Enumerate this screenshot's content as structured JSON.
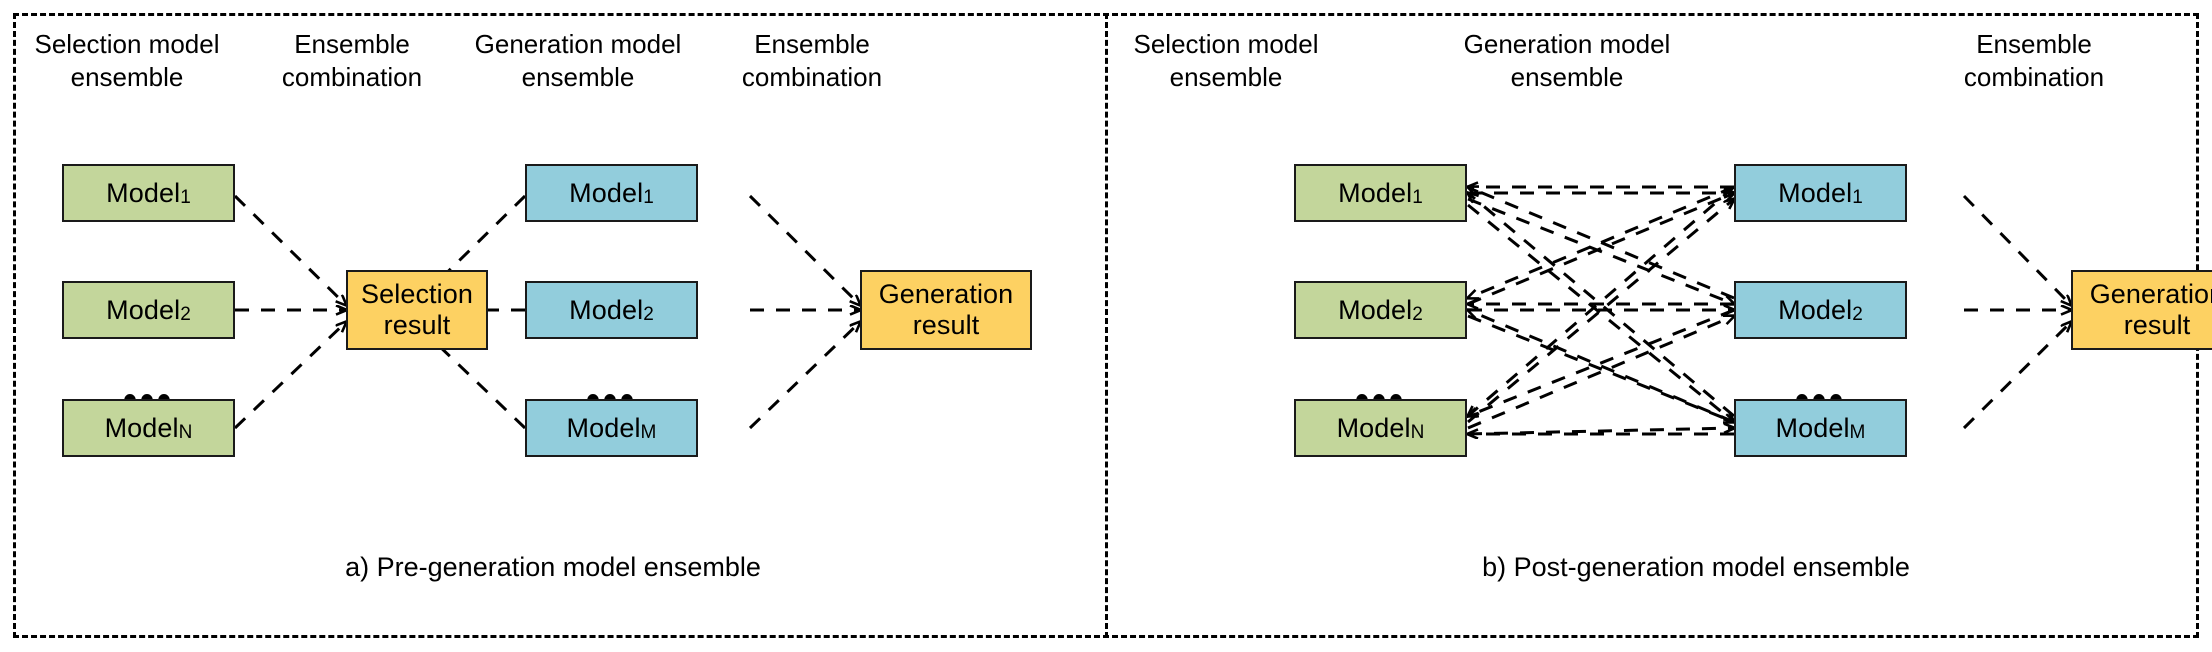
{
  "figure": {
    "panels": [
      {
        "id": "a",
        "caption": "a) Pre-generation model ensemble",
        "column_titles": [
          "Selection model\nensemble",
          "Ensemble\ncombination",
          "Generation model\nensemble",
          "Ensemble\ncombination"
        ],
        "groups": {
          "selection_models": {
            "color": "#c3d69b",
            "nodes": [
              {
                "base": "Model",
                "sub": "1"
              },
              {
                "base": "Model",
                "sub": "2"
              },
              {
                "base": "Model",
                "sub": "N"
              }
            ],
            "ellipsis": "•••"
          },
          "selection_result": {
            "color": "#fdd162",
            "label": "Selection\nresult"
          },
          "generation_models": {
            "color": "#92cddc",
            "nodes": [
              {
                "base": "Model",
                "sub": "1"
              },
              {
                "base": "Model",
                "sub": "2"
              },
              {
                "base": "Model",
                "sub": "M"
              }
            ],
            "ellipsis": "•••"
          },
          "generation_result": {
            "color": "#fdd162",
            "label": "Generation\nresult"
          }
        }
      },
      {
        "id": "b",
        "caption": "b) Post-generation model ensemble",
        "column_titles": [
          "Selection model\nensemble",
          "Generation model\nensemble",
          "Ensemble\ncombination"
        ],
        "groups": {
          "selection_models": {
            "color": "#c3d69b",
            "nodes": [
              {
                "base": "Model",
                "sub": "1"
              },
              {
                "base": "Model",
                "sub": "2"
              },
              {
                "base": "Model",
                "sub": "N"
              }
            ],
            "ellipsis": "•••"
          },
          "generation_models": {
            "color": "#92cddc",
            "nodes": [
              {
                "base": "Model",
                "sub": "1"
              },
              {
                "base": "Model",
                "sub": "2"
              },
              {
                "base": "Model",
                "sub": "M"
              }
            ],
            "ellipsis": "•••"
          },
          "generation_result": {
            "color": "#fdd162",
            "label": "Generation\nresult"
          }
        }
      }
    ],
    "style": {
      "green": "#c3d69b",
      "blue": "#92cddc",
      "yellow": "#fdd162",
      "stroke": "#000000",
      "background": "#ffffff",
      "edge_style": "dashed"
    }
  }
}
